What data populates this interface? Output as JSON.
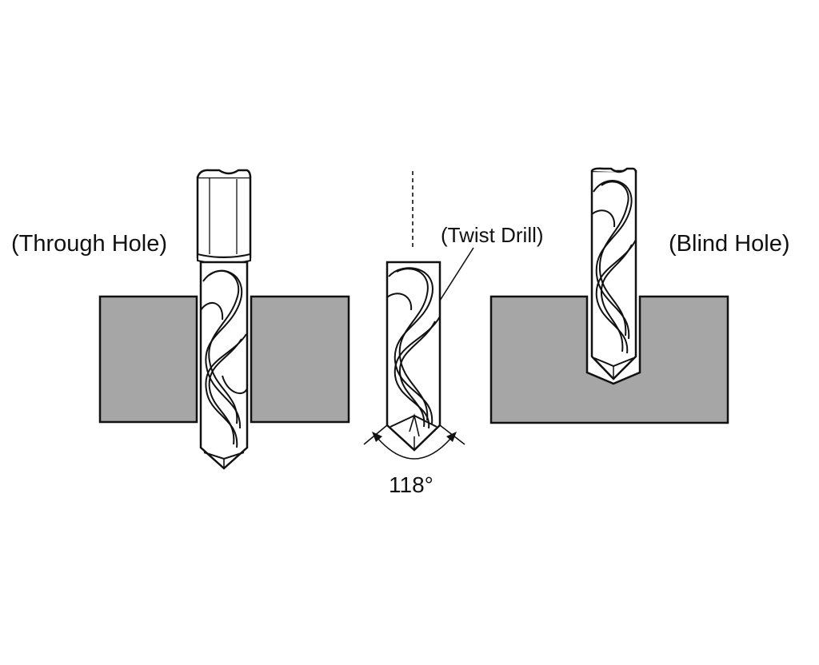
{
  "labels": {
    "through_hole": "(Through Hole)",
    "twist_drill": "(Twist Drill)",
    "blind_hole": "(Blind Hole)",
    "point_angle": "118°"
  },
  "colors": {
    "workpiece_fill": "#a6a6a6",
    "line": "#111111",
    "drill_fill": "#ffffff",
    "background": "#ffffff"
  }
}
